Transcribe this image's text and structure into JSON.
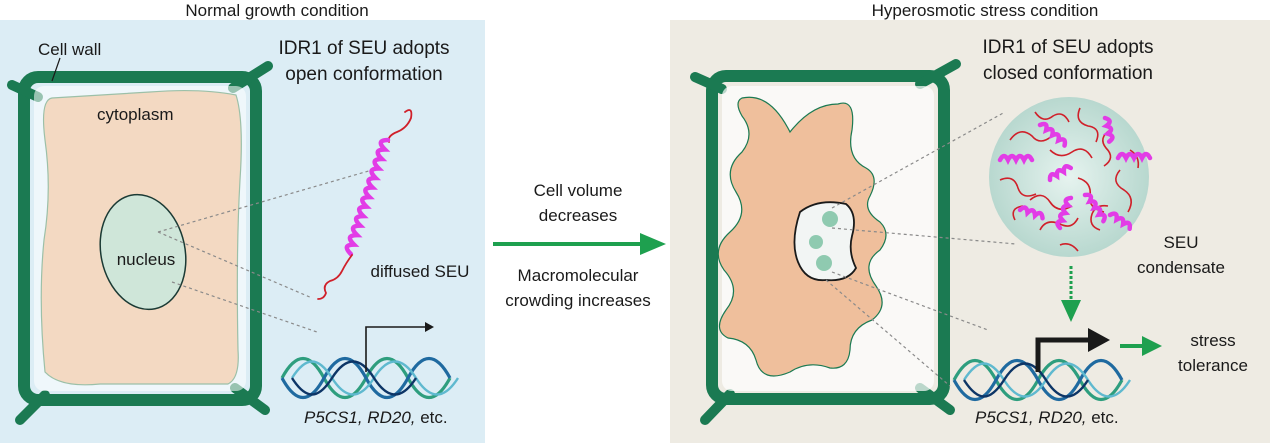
{
  "left_panel": {
    "title": "Normal growth condition",
    "cell_wall_label": "Cell wall",
    "cytoplasm_label": "cytoplasm",
    "nucleus_label": "nucleus",
    "idr_label_line1": "IDR1 of SEU adopts",
    "idr_label_line2": "open conformation",
    "diffused_label": "diffused SEU",
    "genes_italic": "P5CS1, RD20,",
    "genes_etc": " etc."
  },
  "transition": {
    "top_line1": "Cell volume",
    "top_line2": "decreases",
    "bottom_line1": "Macromolecular",
    "bottom_line2": "crowding increases"
  },
  "right_panel": {
    "title": "Hyperosmotic stress condition",
    "idr_label_line1": "IDR1 of SEU adopts",
    "idr_label_line2": "closed conformation",
    "condensate_line1": "SEU",
    "condensate_line2": "condensate",
    "outcome_line1": "stress",
    "outcome_line2": "tolerance",
    "genes_italic": "P5CS1, RD20,",
    "genes_etc": " etc."
  },
  "colors": {
    "left_bg": "#dcedf5",
    "right_bg": "#eeebe3",
    "cell_wall": "#1b7a52",
    "cytoplasm": "#f3d9c2",
    "cytoplasm_stress": "#efbf9c",
    "nucleus": "#cfe6d9",
    "idr_helix": "#e23ce6",
    "idr_coil": "#d0202a",
    "arrow_green": "#1ea04f",
    "condensate_fill": "#cfe5e0"
  }
}
